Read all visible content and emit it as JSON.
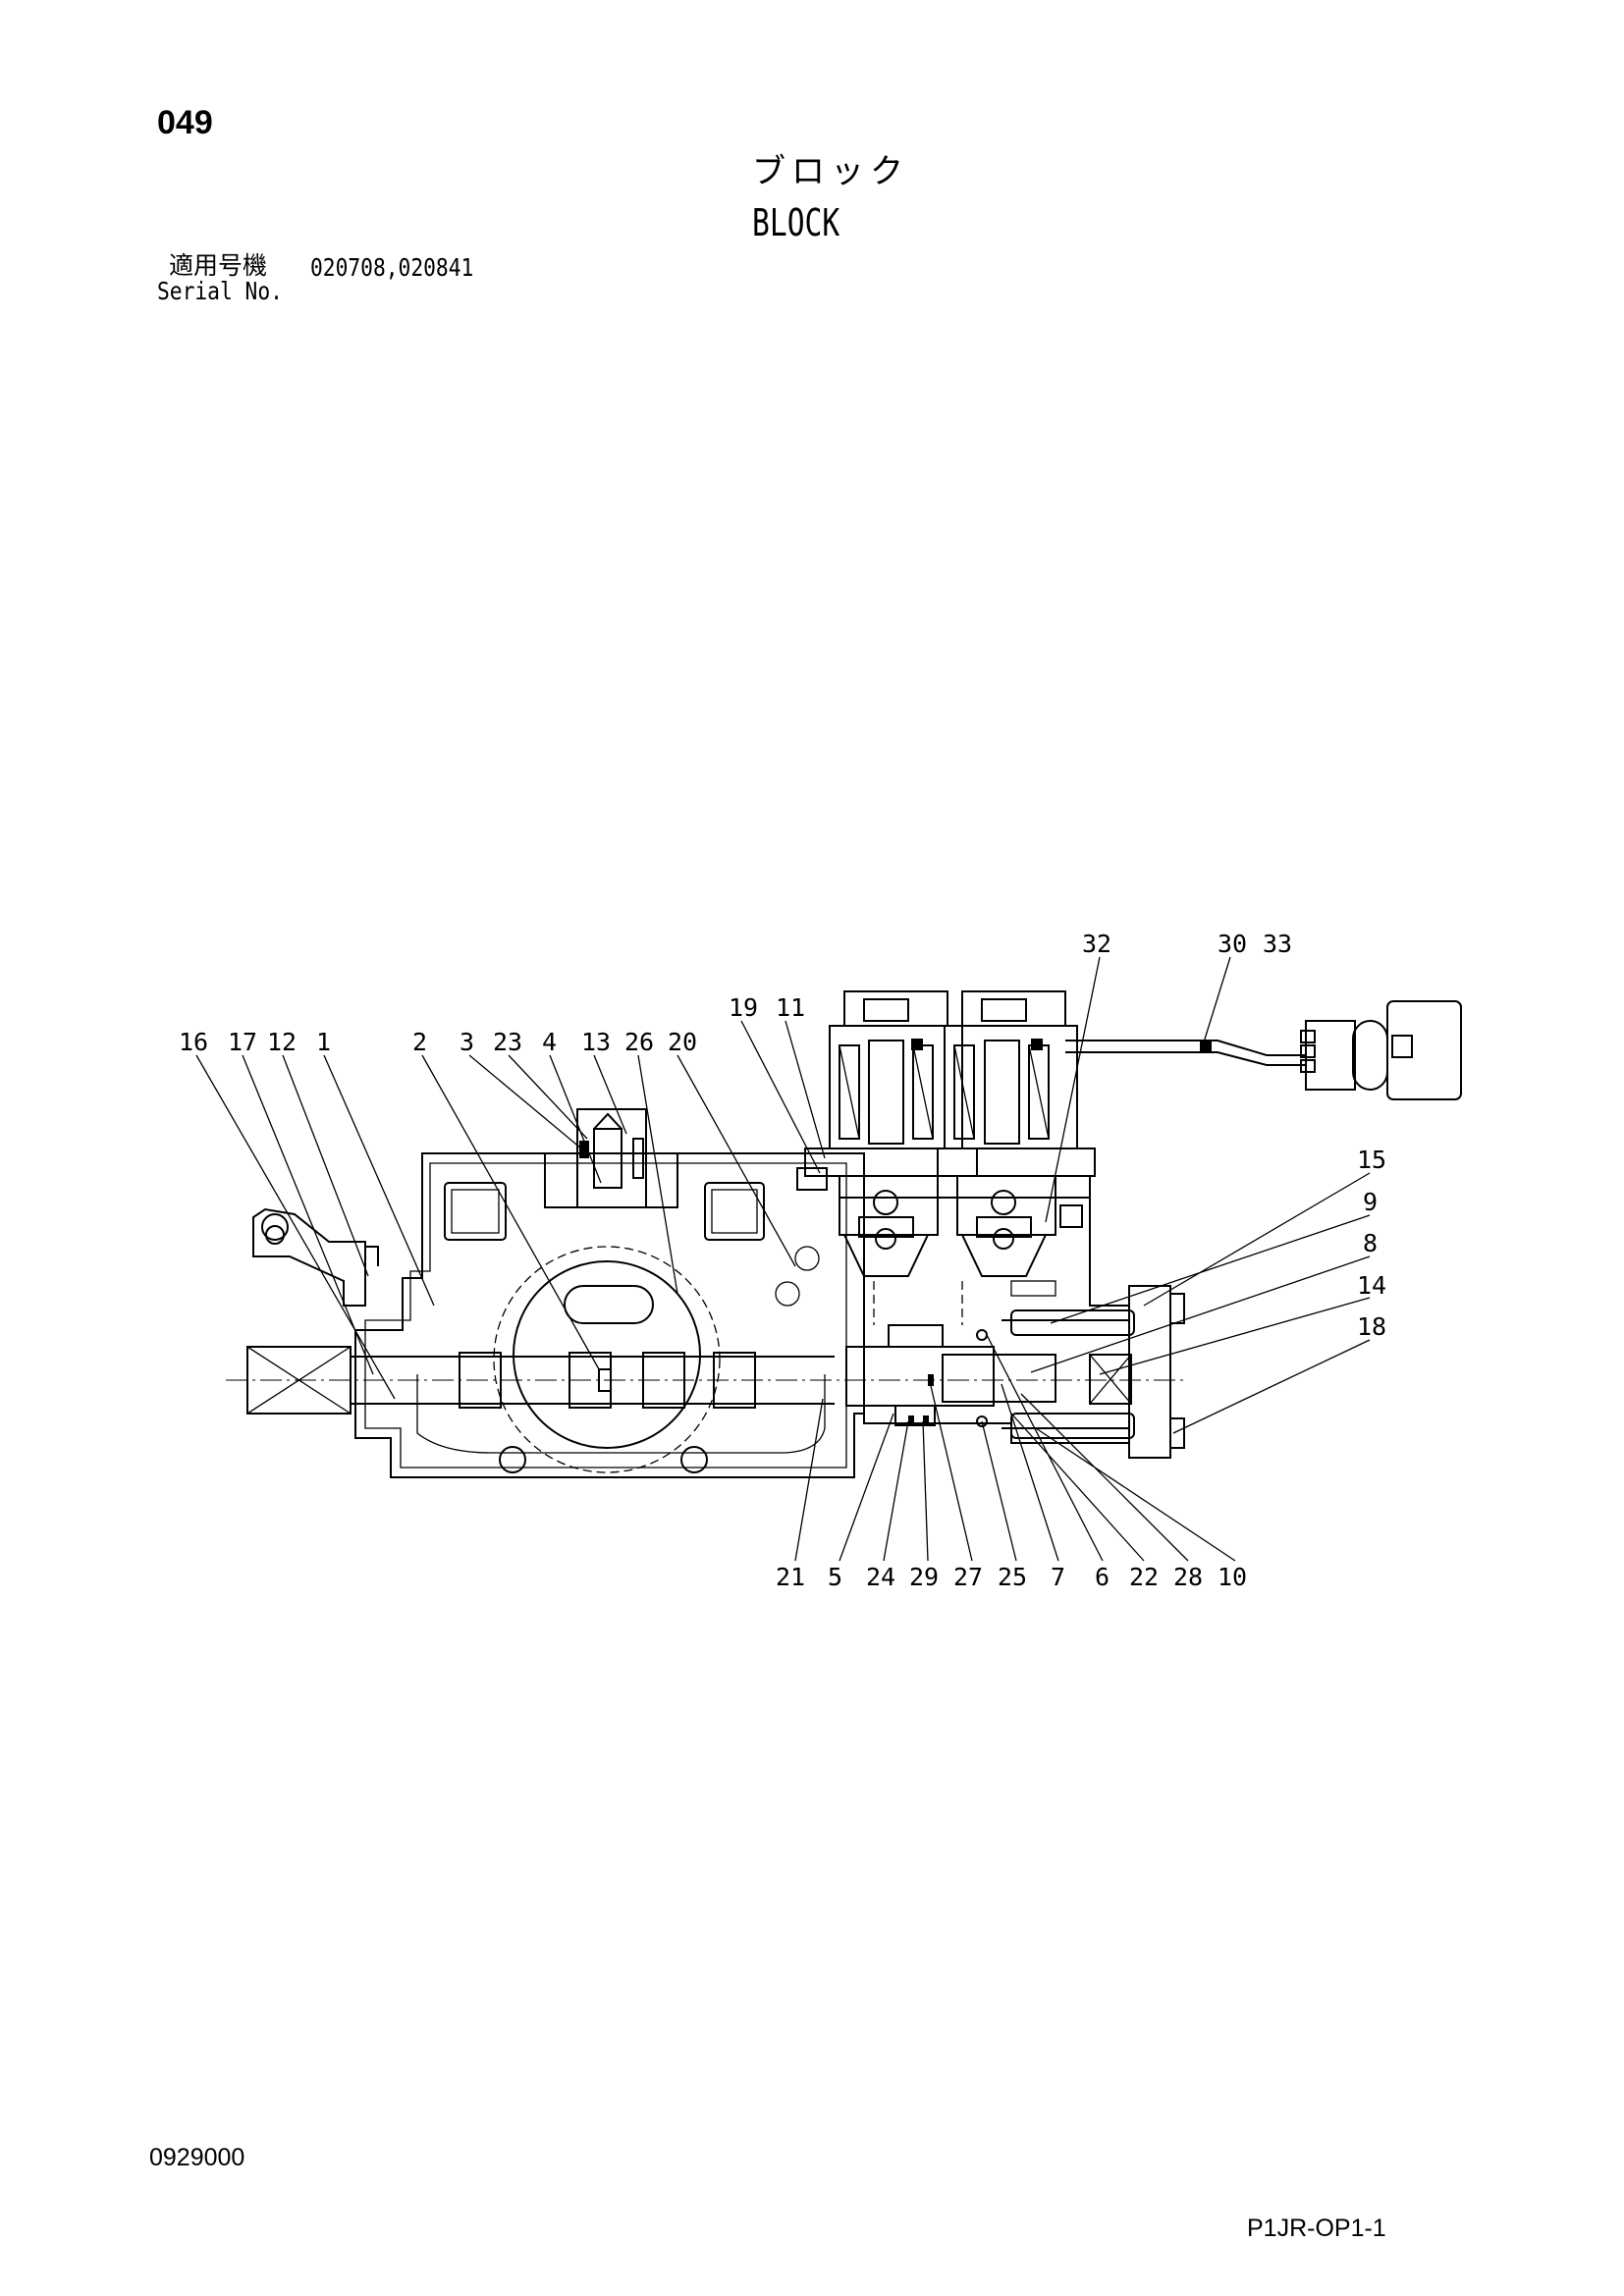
{
  "page_number": "049",
  "title_japanese": "ブロック",
  "title_english": "BLOCK",
  "serial": {
    "label_japanese": "適用号機",
    "numbers": "020708,020841",
    "label_english": "Serial No."
  },
  "document_number": "0929000",
  "page_code": "P1JR-OP1-1",
  "callouts_top": [
    "16",
    "17",
    "12",
    "1",
    "2",
    "3",
    "23",
    "4",
    "13",
    "26",
    "20",
    "19",
    "11",
    "32",
    "30",
    "33"
  ],
  "callouts_right": [
    "15",
    "9",
    "8",
    "14",
    "18"
  ],
  "callouts_bottom": [
    "21",
    "5",
    "24",
    "29",
    "27",
    "25",
    "7",
    "6",
    "22",
    "28",
    "10"
  ]
}
